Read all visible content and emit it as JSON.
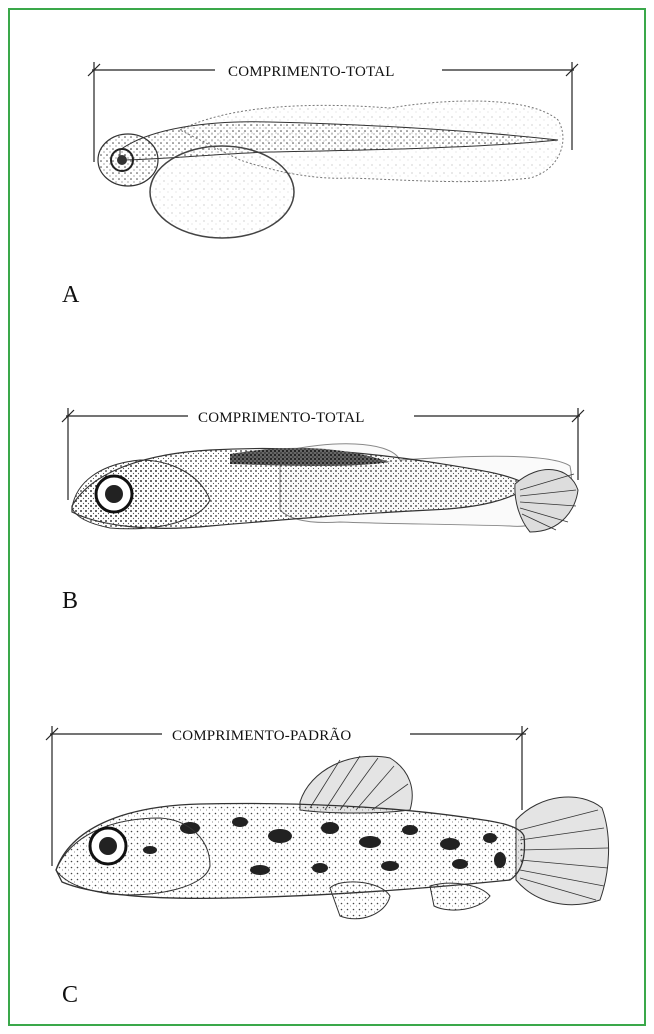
{
  "figure": {
    "border_color": "#3aa84a",
    "panels": [
      {
        "letter": "A",
        "measure_label": "COMPRIMENTO-TOTAL",
        "subject": "fish larva with yolk sac"
      },
      {
        "letter": "B",
        "measure_label": "COMPRIMENTO-TOTAL",
        "subject": "fish post-larva"
      },
      {
        "letter": "C",
        "measure_label": "COMPRIMENTO-PADRÃO",
        "subject": "juvenile fish"
      }
    ]
  }
}
